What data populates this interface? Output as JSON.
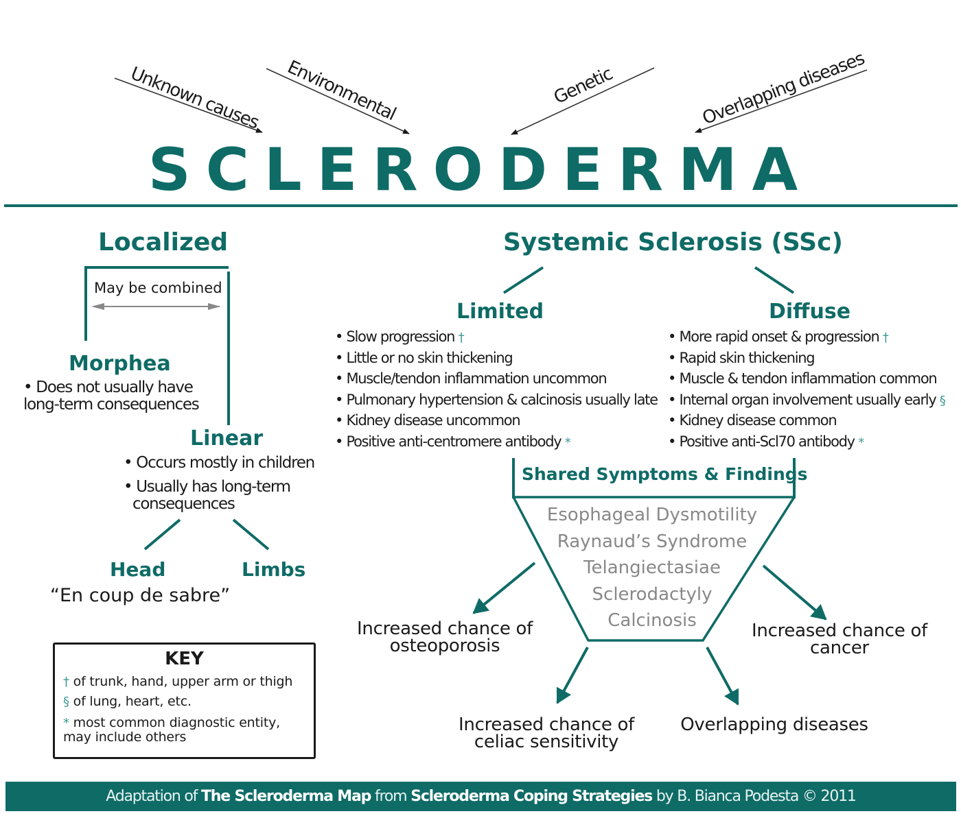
{
  "title": "SCLERODERMA",
  "causes": [
    {
      "label": "Unknown causes"
    },
    {
      "label": "Environmental"
    },
    {
      "label": "Genetic"
    },
    {
      "label": "Overlapping diseases"
    }
  ],
  "localized": {
    "heading": "Localized",
    "combined_note": "May be combined",
    "morphea": {
      "heading": "Morphea",
      "bullets": [
        "• Does not usually have",
        "long-term consequences"
      ]
    },
    "linear": {
      "heading": "Linear",
      "bullets": [
        "• Occurs mostly in children",
        "• Usually has long-term",
        "consequences"
      ],
      "head": {
        "heading": "Head",
        "note": "“En coup de sabre”"
      },
      "limbs": {
        "heading": "Limbs"
      }
    }
  },
  "systemic": {
    "heading": "Systemic Sclerosis (SSc)",
    "limited": {
      "heading": "Limited",
      "bullets": [
        {
          "text": "• Slow progression",
          "mark": "†"
        },
        {
          "text": "• Little or no skin thickening",
          "mark": ""
        },
        {
          "text": "• Muscle/tendon inflammation uncommon",
          "mark": ""
        },
        {
          "text": "• Pulmonary hypertension & calcinosis usually late",
          "mark": ""
        },
        {
          "text": "• Kidney disease uncommon",
          "mark": ""
        },
        {
          "text": "• Positive anti-centromere antibody",
          "mark": "*"
        }
      ]
    },
    "diffuse": {
      "heading": "Diffuse",
      "bullets": [
        {
          "text": "• More rapid onset & progression",
          "mark": "†"
        },
        {
          "text": "• Rapid skin thickening",
          "mark": ""
        },
        {
          "text": "• Muscle & tendon inflammation common",
          "mark": ""
        },
        {
          "text": "• Internal organ involvement usually early",
          "mark": "§"
        },
        {
          "text": "• Kidney disease common",
          "mark": ""
        },
        {
          "text": "• Positive anti-Scl70 antibody",
          "mark": "*"
        }
      ]
    },
    "shared": {
      "heading": "Shared Symptoms & Findings",
      "items": [
        "Esophageal Dysmotility",
        "Raynaud’s Syndrome",
        "Telangiectasiae",
        "Sclerodactyly",
        "Calcinosis"
      ]
    },
    "outcomes": {
      "osteoporosis": [
        "Increased chance of",
        "osteoporosis"
      ],
      "cancer": [
        "Increased chance of",
        "cancer"
      ],
      "celiac": [
        "Increased chance of",
        "celiac sensitivity"
      ],
      "overlapping": [
        "Overlapping diseases"
      ]
    }
  },
  "key": {
    "title": "KEY",
    "items": [
      {
        "mark": "†",
        "text": " of trunk, hand, upper arm or thigh"
      },
      {
        "mark": "§",
        "text": " of lung, heart, etc."
      },
      {
        "mark": "*",
        "text": " most common diagnostic entity,"
      },
      {
        "mark": "",
        "text": "may include others"
      }
    ]
  },
  "footer": {
    "p1": "Adaptation of ",
    "b1": "The Scleroderma Map",
    "p2": " from ",
    "b2": "Scleroderma Coping Strategies",
    "p3": " by B. Bianca Podesta © 2011"
  },
  "colors": {
    "accent": "#0f6b66",
    "text": "#1a1a1a",
    "shared_text": "#888888",
    "marks": "#3a9a94"
  }
}
